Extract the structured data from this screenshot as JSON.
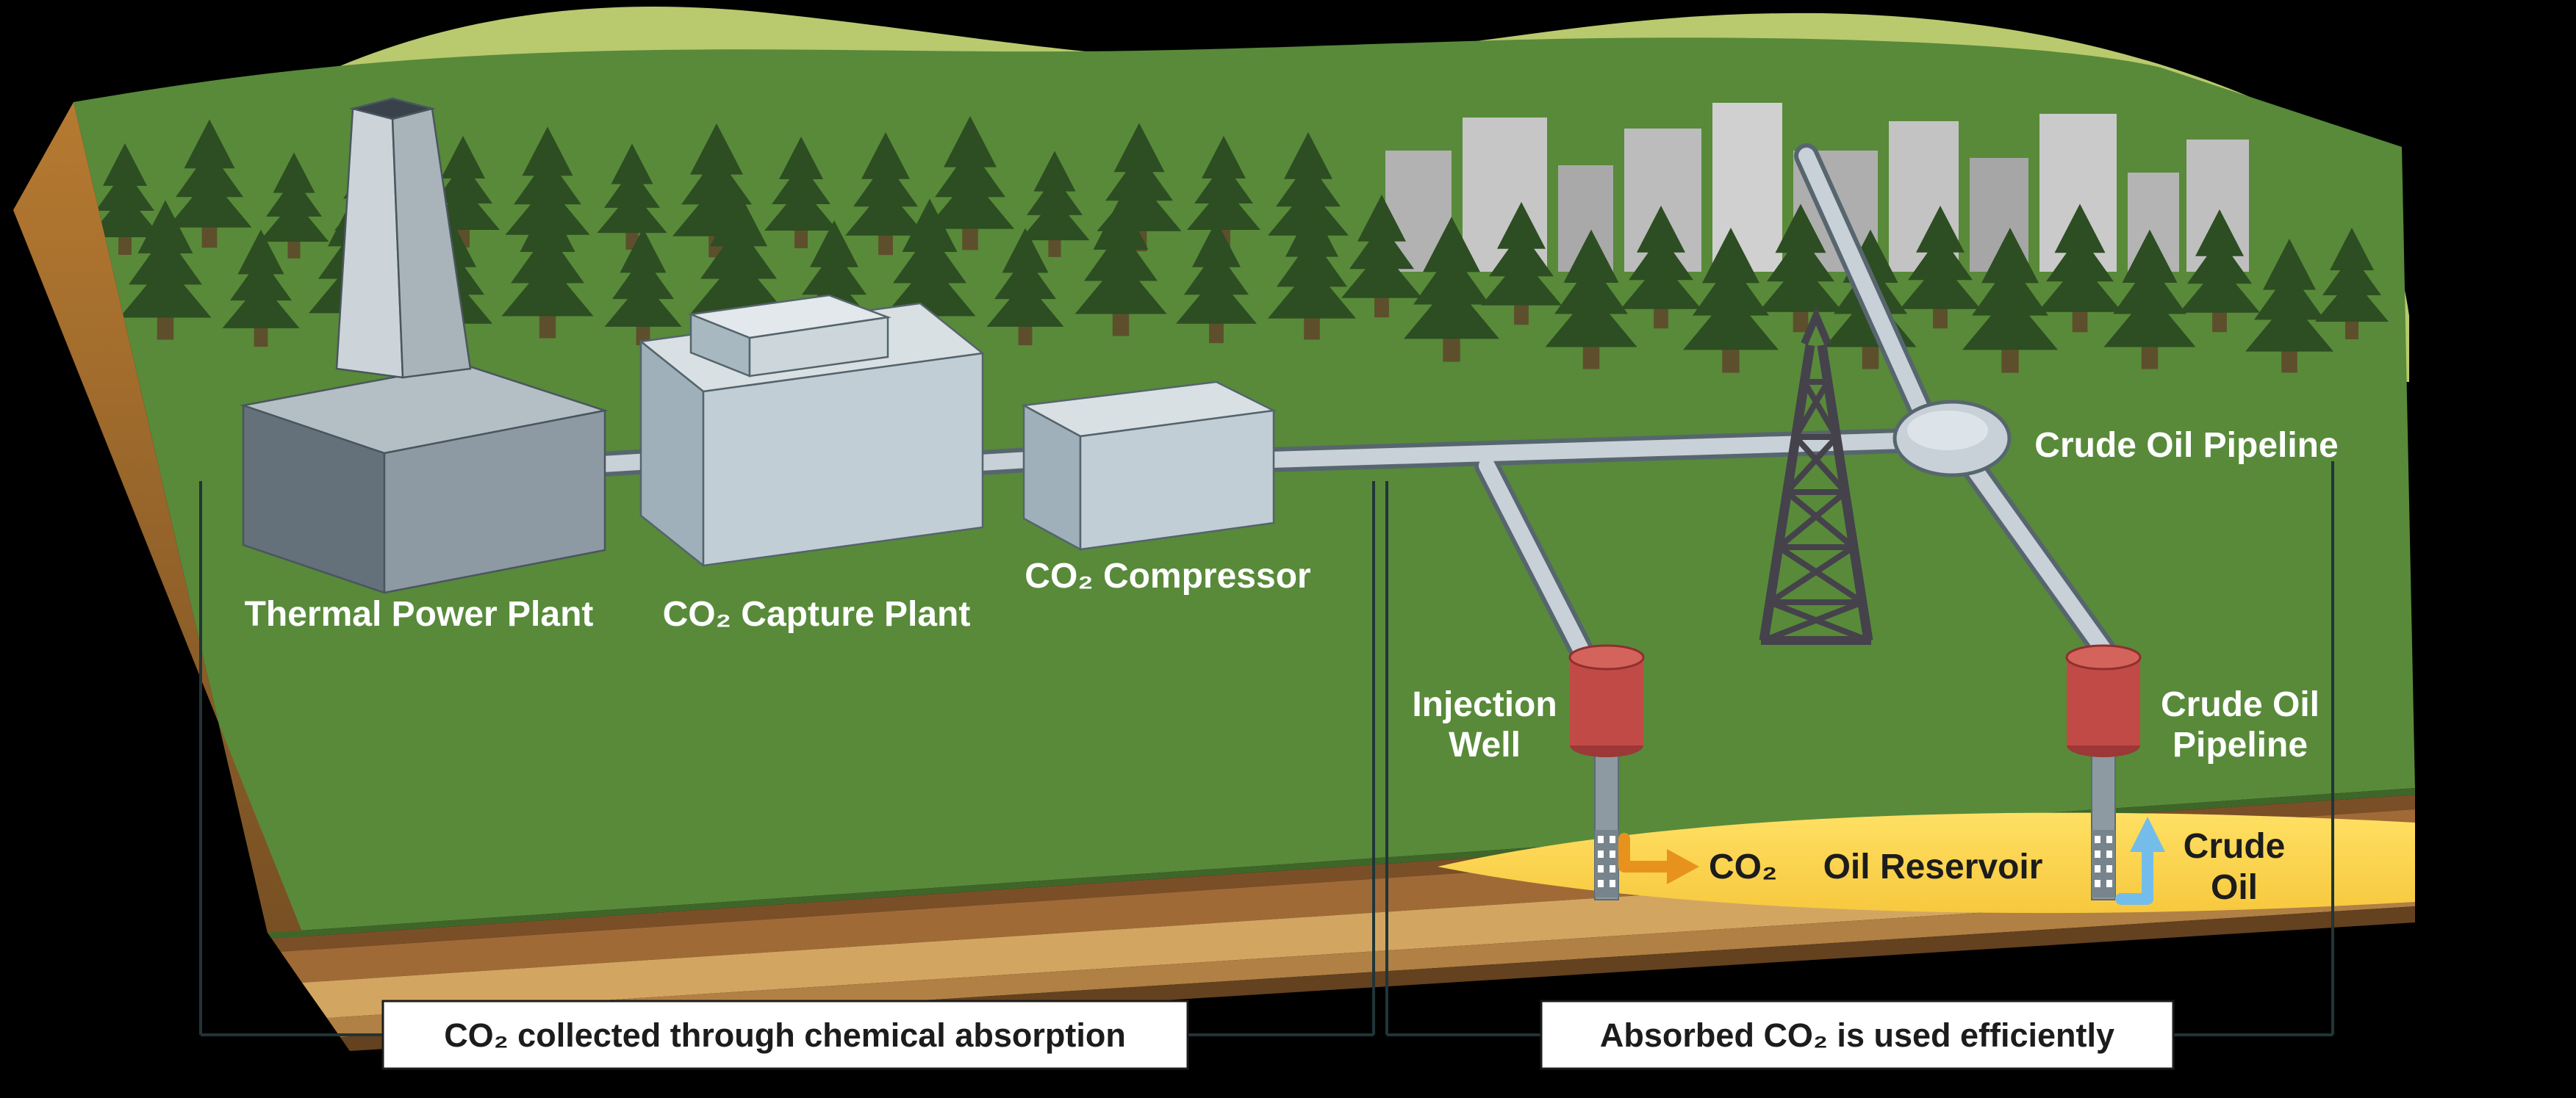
{
  "labels": {
    "thermal_power_plant": "Thermal Power Plant",
    "co2_capture_plant": "CO₂ Capture Plant",
    "co2_compressor": "CO₂ Compressor",
    "crude_oil_pipeline_top": "Crude Oil Pipeline",
    "injection_well": {
      "line1": "Injection",
      "line2": "Well"
    },
    "crude_oil_pipeline_well": {
      "line1": "Crude Oil",
      "line2": "Pipeline"
    },
    "co2_injected": "CO₂",
    "oil_reservoir": "Oil Reservoir",
    "crude_oil_flow": {
      "line1": "Crude",
      "line2": "Oil"
    }
  },
  "captions": {
    "chemical_absorption": "CO₂ collected through chemical absorption",
    "efficient_use": "Absorbed CO₂ is used efficiently"
  },
  "colors": {
    "background": "#000000",
    "hills": "#b9c96d",
    "grass": "#588a3a",
    "reservoir_yellow": "#f7c83e",
    "reservoir_yellow_light": "#ffe063",
    "wellhead_red": "#c24a46",
    "co2_arrow_orange": "#e8921e",
    "crude_oil_arrow_blue": "#74bdea",
    "pipe_gray": "#c7d1d7"
  }
}
